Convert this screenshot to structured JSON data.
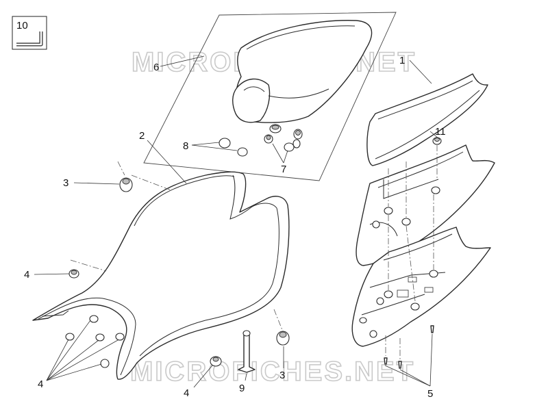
{
  "watermark": {
    "text": "MICROFICHES.NET"
  },
  "callouts": {
    "c1": "1",
    "c2": "2",
    "c3a": "3",
    "c3b": "3",
    "c4a": "4",
    "c4b": "4",
    "c4c": "4",
    "c5": "5",
    "c6": "6",
    "c7": "7",
    "c8": "8",
    "c9": "9",
    "c10": "10",
    "c11": "11"
  },
  "colors": {
    "line": "#2b2b2b",
    "watermark": "#c9c9c9",
    "background": "#ffffff"
  }
}
